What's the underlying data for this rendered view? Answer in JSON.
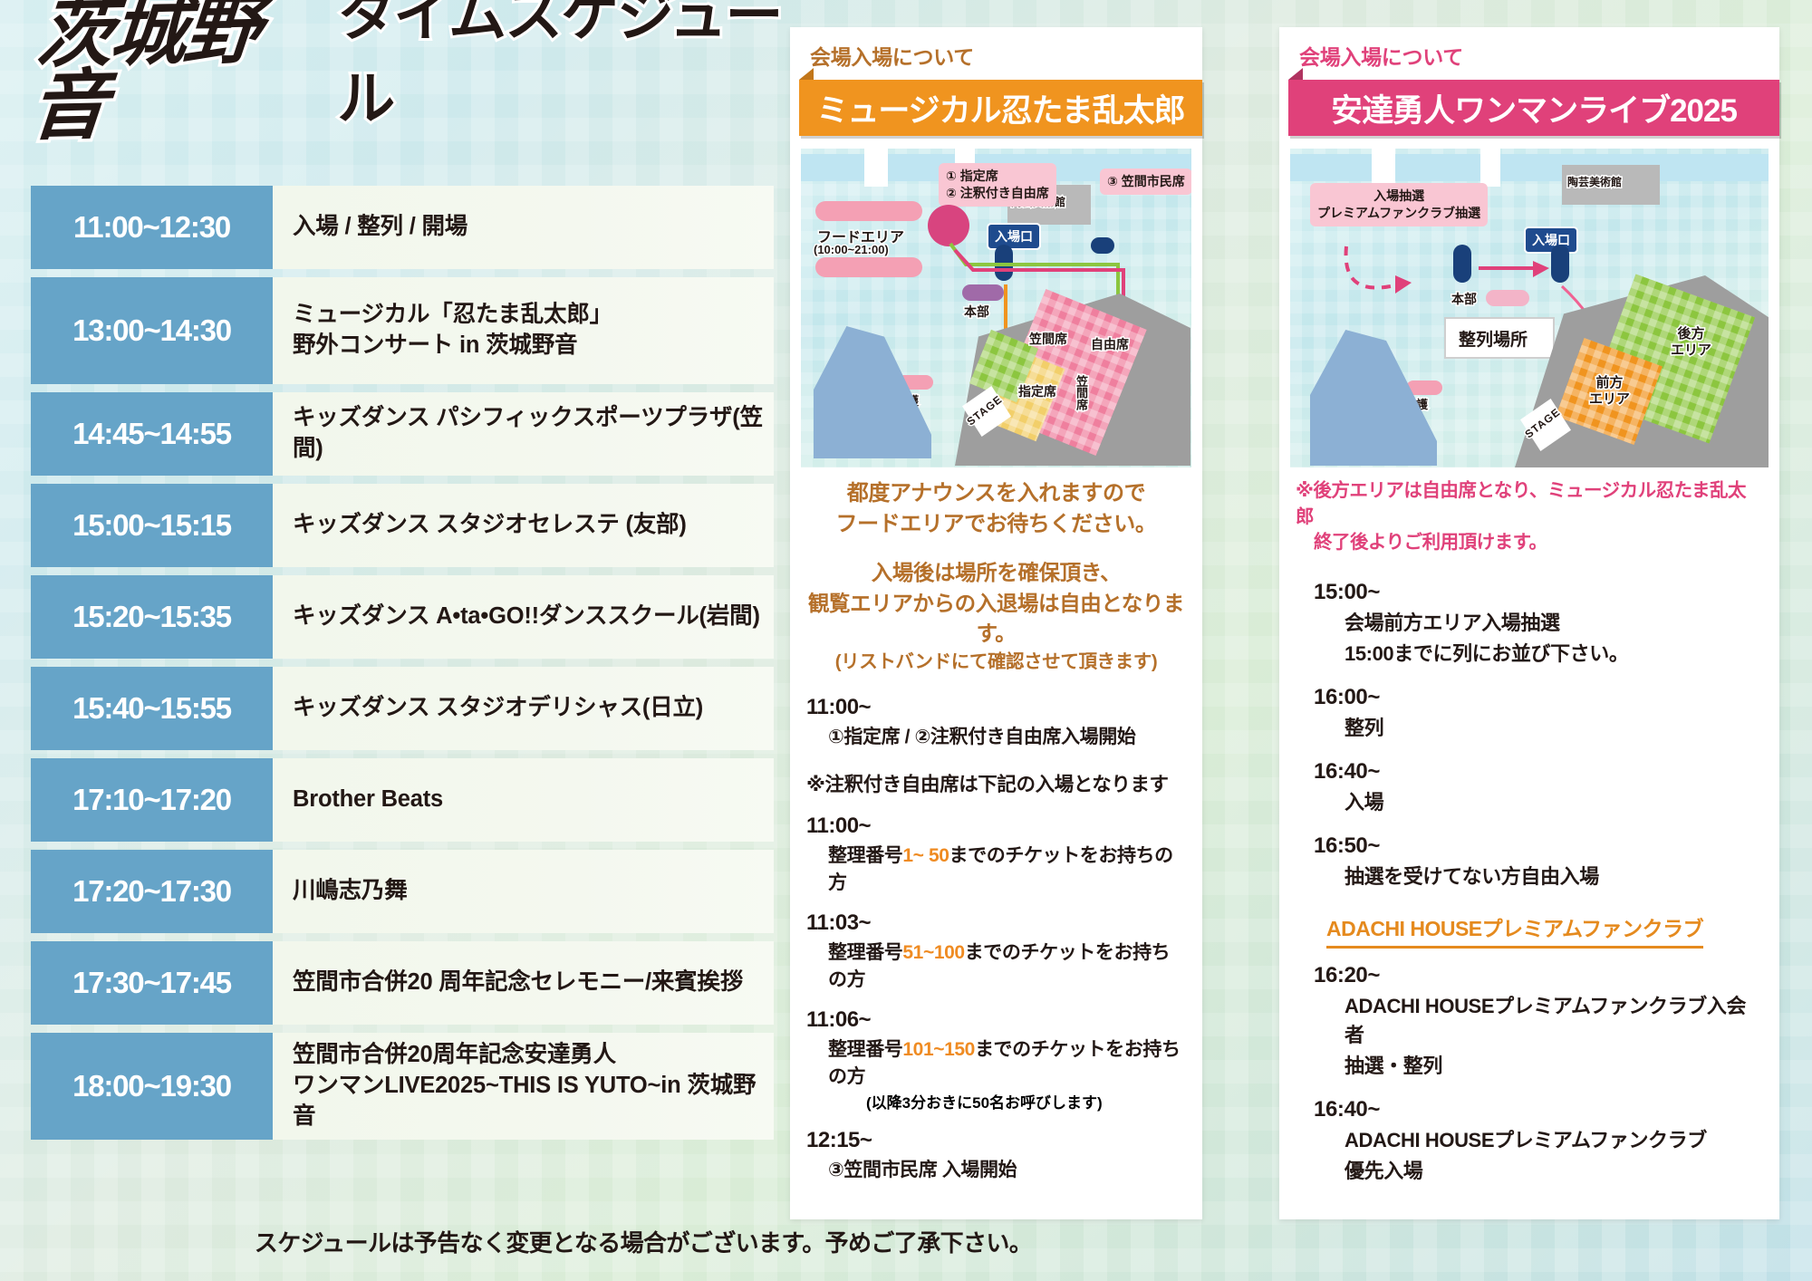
{
  "title": {
    "brush": "茨城野音",
    "sub": "タイムスケジュール"
  },
  "schedule": {
    "rows": [
      {
        "time": "11:00~12:30",
        "lines": [
          "入場 / 整列 / 開場"
        ]
      },
      {
        "time": "13:00~14:30",
        "lines": [
          "ミュージカル「忍たま乱太郎」",
          "野外コンサート in 茨城野音"
        ]
      },
      {
        "time": "14:45~14:55",
        "lines": [
          "キッズダンス パシフィックスポーツプラザ(笠間)"
        ]
      },
      {
        "time": "15:00~15:15",
        "lines": [
          "キッズダンス スタジオセレステ (友部)"
        ]
      },
      {
        "time": "15:20~15:35",
        "lines": [
          "キッズダンス A•ta•GO!!ダンススクール(岩間)"
        ]
      },
      {
        "time": "15:40~15:55",
        "lines": [
          "キッズダンス スタジオデリシャス(日立)"
        ]
      },
      {
        "time": "17:10~17:20",
        "lines": [
          "Brother Beats"
        ]
      },
      {
        "time": "17:20~17:30",
        "lines": [
          "川嶋志乃舞"
        ]
      },
      {
        "time": "17:30~17:45",
        "lines": [
          "笠間市合併20 周年記念セレモニー/来賓挨拶"
        ]
      },
      {
        "time": "18:00~19:30",
        "lines": [
          "笠間市合併20周年記念安達勇人",
          "ワンマンLIVE2025~THIS IS YUTO~in 茨城野音"
        ]
      }
    ]
  },
  "panelA": {
    "kicker": "会場入場について",
    "band": "ミュージカル忍たま乱太郎",
    "map": {
      "food_label": "フードエリア",
      "food_time": "(10:00~21:00)",
      "callout1": "① 指定席",
      "callout2": "② 注釈付き自由席",
      "callout3": "③ 笠間市民席",
      "museum": "陶芸美術館",
      "entrance": "入場口",
      "hq": "本部",
      "firstaid": "救護",
      "seat_kasama": "笠間席",
      "seat_free": "自由席",
      "seat_reserved": "指定席",
      "seat_kasama2": "笠間席",
      "stage": "STAGE"
    },
    "lead": "都度アナウンスを入れますので\nフードエリアでお待ちください。",
    "lead_l1": "都度アナウンスを入れますので",
    "lead_l2": "フードエリアでお待ちください。",
    "lead2_l1": "入場後は場所を確保頂き、",
    "lead2_l2": "観覧エリアからの入退場は自由となります。",
    "lead2_l3": "(リストバンドにて確認させて頂きます)",
    "blocks": [
      {
        "time": "11:00~",
        "sub": "①指定席 / ②注釈付き自由席入場開始"
      }
    ],
    "note": "※注釈付き自由席は下記の入場となります",
    "entries": [
      {
        "time": "11:00~",
        "pre": "整理番号",
        "num": "1~ 50",
        "post": "までのチケットをお持ちの方"
      },
      {
        "time": "11:03~",
        "pre": "整理番号",
        "num": "51~100",
        "post": "までのチケットをお持ちの方"
      },
      {
        "time": "11:06~",
        "pre": "整理番号",
        "num": "101~150",
        "post": "までのチケットをお持ちの方",
        "tiny": "(以降3分おきに50名お呼びします)"
      },
      {
        "time": "12:15~",
        "sub": "③笠間市民席 入場開始"
      }
    ]
  },
  "panelB": {
    "kicker": "会場入場について",
    "band": "安達勇人ワンマンライブ2025",
    "map": {
      "lottery1": "入場抽選",
      "lottery2": "プレミアムファンクラブ抽選",
      "museum": "陶芸美術館",
      "entrance": "入場口",
      "hq": "本部",
      "lineup": "整列場所",
      "firstaid": "救護",
      "area_back": "後方\nエリア",
      "area_back_l1": "後方",
      "area_back_l2": "エリア",
      "area_front_l1": "前方",
      "area_front_l2": "エリア",
      "stage": "STAGE"
    },
    "note_l1": "※後方エリアは自由席となり、ミュージカル忍たま乱太郎",
    "note_l2": "　終了後よりご利用頂けます。",
    "blocks": [
      {
        "time": "15:00~",
        "subs": [
          "会場前方エリア入場抽選",
          "15:00までに列にお並び下さい。"
        ]
      },
      {
        "time": "16:00~",
        "subs": [
          "整列"
        ]
      },
      {
        "time": "16:40~",
        "subs": [
          "入場"
        ]
      },
      {
        "time": "16:50~",
        "subs": [
          "抽選を受けてない方自由入場"
        ]
      }
    ],
    "fanclub_title": "ADACHI HOUSEプレミアムファンクラブ",
    "blocks2": [
      {
        "time": "16:20~",
        "subs": [
          "ADACHI HOUSEプレミアムファンクラブ入会者",
          "抽選・整列"
        ]
      },
      {
        "time": "16:40~",
        "subs": [
          "ADACHI HOUSEプレミアムファンクラブ",
          "優先入場"
        ]
      }
    ]
  },
  "footer": "スケジュールは予告なく変更となる場合がございます。予めご了承下さい。",
  "colors": {
    "time_block": "#66a4c8",
    "panelA_accent": "#f0941f",
    "panelB_accent": "#e0417a",
    "brown_text": "#b5702a",
    "orange_num": "#ef8b22"
  }
}
